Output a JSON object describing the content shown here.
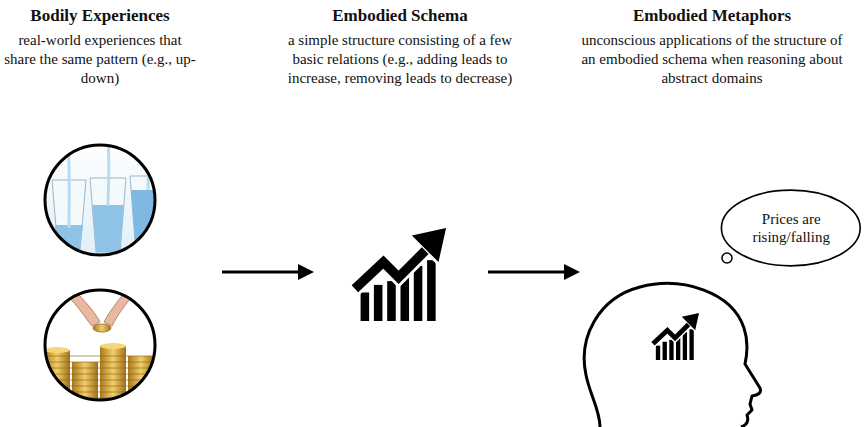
{
  "diagram": {
    "nodes": [
      {
        "text": [
          "Prices are rising/falling"
        ]
      }
    ],
    "labels": [
      "Bodily Experiences",
      "real-world experiences that share the same pattern (e.g., up-down)",
      "Embodied Schema",
      "a simple structure consisting of a few basic relations (e.g., adding leads to increase, removing leads to decrease)",
      "Embodied Metaphors",
      "unconscious applications of the structure of an embodied schema when reasoning about abstract domains"
    ]
  }
}
